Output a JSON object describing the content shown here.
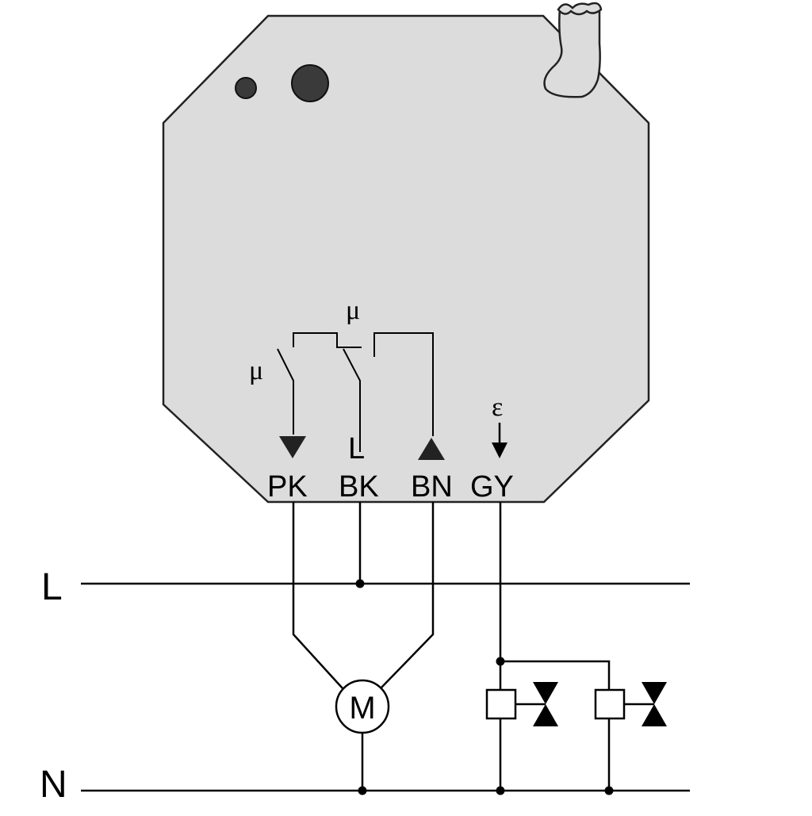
{
  "device": {
    "body_color": "#dcdcdc",
    "outline_color": "#222222",
    "led_color": "#3a3a3a",
    "antenna_icon": "cable-antenna-icon"
  },
  "contacts": {
    "left_symbol": "μ",
    "right_symbol": "μ"
  },
  "terminals": {
    "pk_symbol_icon": "triangle-down-icon",
    "bk_mark": "L",
    "bn_symbol_icon": "triangle-up-icon",
    "gy_symbol": "ε",
    "pk": "PK",
    "bk": "BK",
    "bn": "BN",
    "gy": "GY"
  },
  "lines": {
    "live": "L",
    "neutral": "N"
  },
  "loads": {
    "motor_label": "M",
    "valve_icon": "valve-actuator-icon"
  }
}
